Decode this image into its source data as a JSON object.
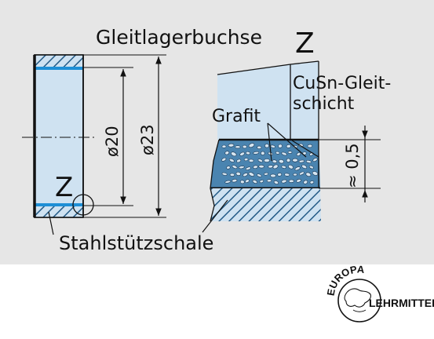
{
  "title": "Gleitlagerbuchse",
  "detail_marker": "Z",
  "detail_title": "Z",
  "dim_inner": "ø20",
  "dim_outer": "ø23",
  "label_layer": "CuSn-Gleit-",
  "label_layer_2": "schicht",
  "label_graphite": "Grafit",
  "dim_thickness": "≈ 0,5",
  "label_shell": "Stahlstützschale",
  "logo": {
    "top_text": "EUROPA",
    "side_text": "LEHRMITTEL"
  },
  "colors": {
    "panel": "#e6e6e6",
    "part_fill": "#cfe2f1",
    "accent_blue": "#1e8fd6",
    "hatch": "#235a86",
    "graphite_bed": "#4a84b0"
  }
}
